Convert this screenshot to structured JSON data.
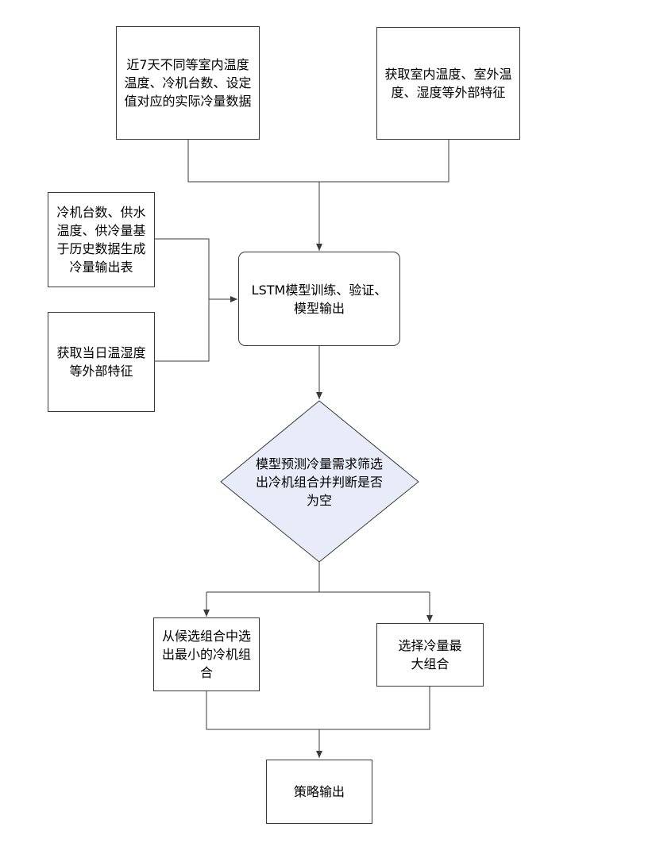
{
  "flowchart": {
    "nodes": {
      "history_data": "近7天不同等室内温度温度、冷机台数、设定值对应的实际冷量数据",
      "external_features": "获取室内温度、室外温度、湿度等外部特征",
      "lookup_table": "冷机台数、供水温度、供冷量基于历史数据生成冷量输出表",
      "daily_features": "获取当日温湿度等外部特征",
      "lstm": "LSTM模型训练、验证、模型输出",
      "decision": "模型预测冷量需求筛选出冷机组合并判断是否为空",
      "min_combo": "从候选组合中选出最小的冷机组合",
      "max_combo": "选择冷量最大组合",
      "output": "策略输出"
    },
    "colors": {
      "line": "#3a3a3a",
      "decision_fill": "#e8ecf8"
    }
  }
}
